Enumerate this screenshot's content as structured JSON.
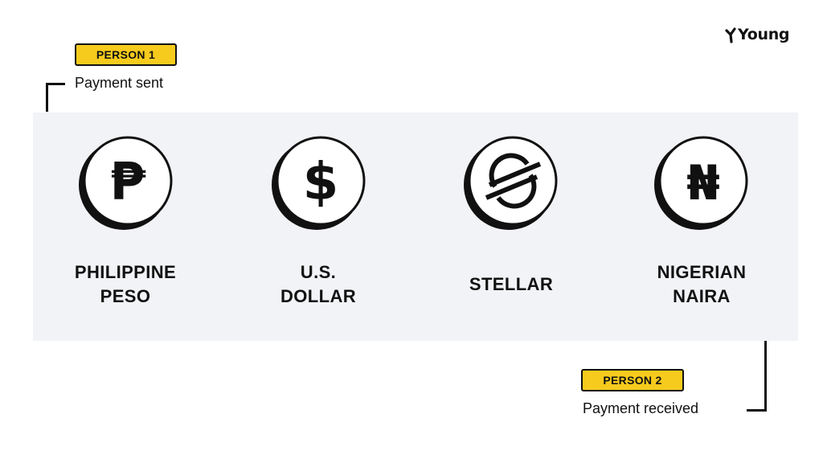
{
  "logo": {
    "text": "Young",
    "icon": "check-mark-icon"
  },
  "person1": {
    "tag": "PERSON 1",
    "note": "Payment sent"
  },
  "person2": {
    "tag": "PERSON 2",
    "note": "Payment received"
  },
  "steps": [
    {
      "icon": "peso-sign-icon",
      "glyph": "₱",
      "line1": "PHILIPPINE",
      "line2": "PESO"
    },
    {
      "icon": "dollar-sign-icon",
      "glyph": "$",
      "line1": "U.S.",
      "line2": "DOLLAR"
    },
    {
      "icon": "stellar-logo-icon",
      "glyph": "",
      "line1": "STELLAR",
      "line2": ""
    },
    {
      "icon": "naira-sign-icon",
      "glyph": "₦",
      "line1": "NIGERIAN",
      "line2": "NAIRA"
    }
  ],
  "colors": {
    "accent": "#f7cb1d",
    "panel": "#f2f3f7",
    "ink": "#111111"
  }
}
